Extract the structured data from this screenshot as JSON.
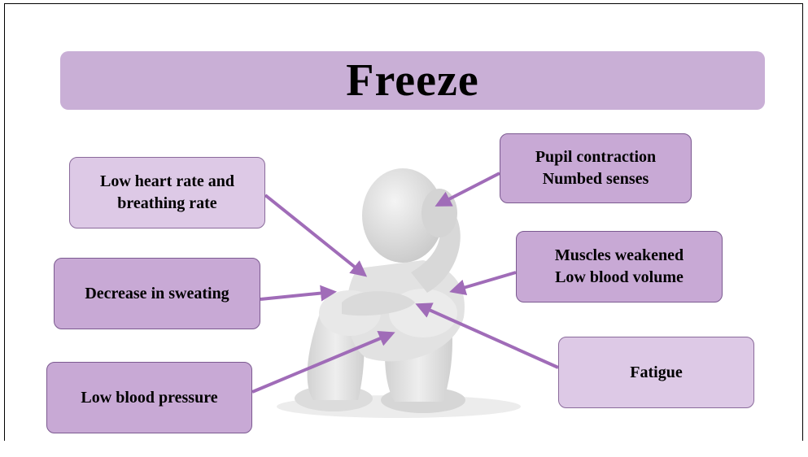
{
  "title": "Freeze",
  "labels": {
    "heart_rate": "Low heart rate and\nbreathing rate",
    "sweating": "Decrease in sweating",
    "blood_pressure": "Low blood pressure",
    "pupil": "Pupil contraction\nNumbed senses",
    "muscles": "Muscles weakened\nLow blood volume",
    "fatigue": "Fatigue"
  },
  "colors": {
    "title_fill": "#c9afd6",
    "box_light": "#ddc9e6",
    "box_mid": "#c8a9d5",
    "arrow": "#a06cb8",
    "figure": "#e6e6e6"
  }
}
